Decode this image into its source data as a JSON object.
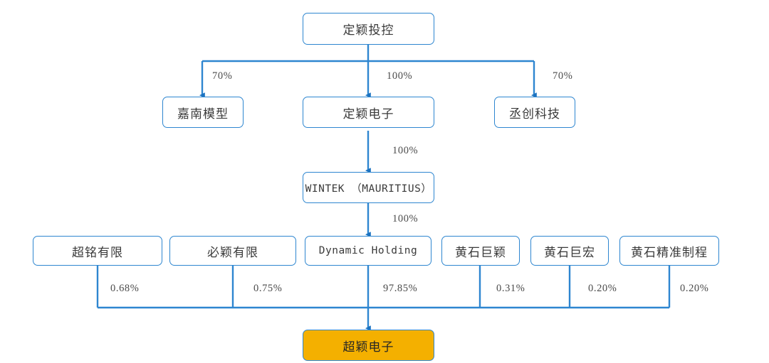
{
  "diagram": {
    "type": "ownership-structure-chart",
    "background_color": "#ffffff",
    "line_color": "#2E86D0",
    "node_border_color": "#2E86D0",
    "node_fill_color": "#ffffff",
    "highlight_fill_color": "#F4B000",
    "text_color": "#3a3a3a"
  },
  "nodes": {
    "root": {
      "label": "定颖投控",
      "script": "cn"
    },
    "tier2_left": {
      "label": "嘉南模型",
      "script": "cn"
    },
    "tier2_center": {
      "label": "定颖电子",
      "script": "cn"
    },
    "tier2_right": {
      "label": "丞创科技",
      "script": "cn"
    },
    "tier3_center": {
      "label": "WINTEK （MAURITIUS）",
      "script": "mono"
    },
    "tier4_a": {
      "label": "超铭有限",
      "script": "cn"
    },
    "tier4_b": {
      "label": "必颖有限",
      "script": "cn"
    },
    "tier4_c": {
      "label": "Dynamic Holding",
      "script": "mono"
    },
    "tier4_d": {
      "label": "黄石巨颖",
      "script": "cn"
    },
    "tier4_e": {
      "label": "黄石巨宏",
      "script": "cn"
    },
    "tier4_f": {
      "label": "黄石精准制程",
      "script": "cn"
    },
    "target": {
      "label": "超颖电子",
      "script": "cn"
    }
  },
  "edge_labels": {
    "root_to_tier2_left": "70%",
    "root_to_tier2_center": "100%",
    "root_to_tier2_right": "70%",
    "tier2_center_to_tier3": "100%",
    "tier3_to_tier4": "100%",
    "tier4_a_to_target": "0.68%",
    "tier4_b_to_target": "0.75%",
    "tier4_c_to_target": "97.85%",
    "tier4_d_to_target": "0.31%",
    "tier4_e_to_target": "0.20%",
    "tier4_f_to_target": "0.20%"
  }
}
